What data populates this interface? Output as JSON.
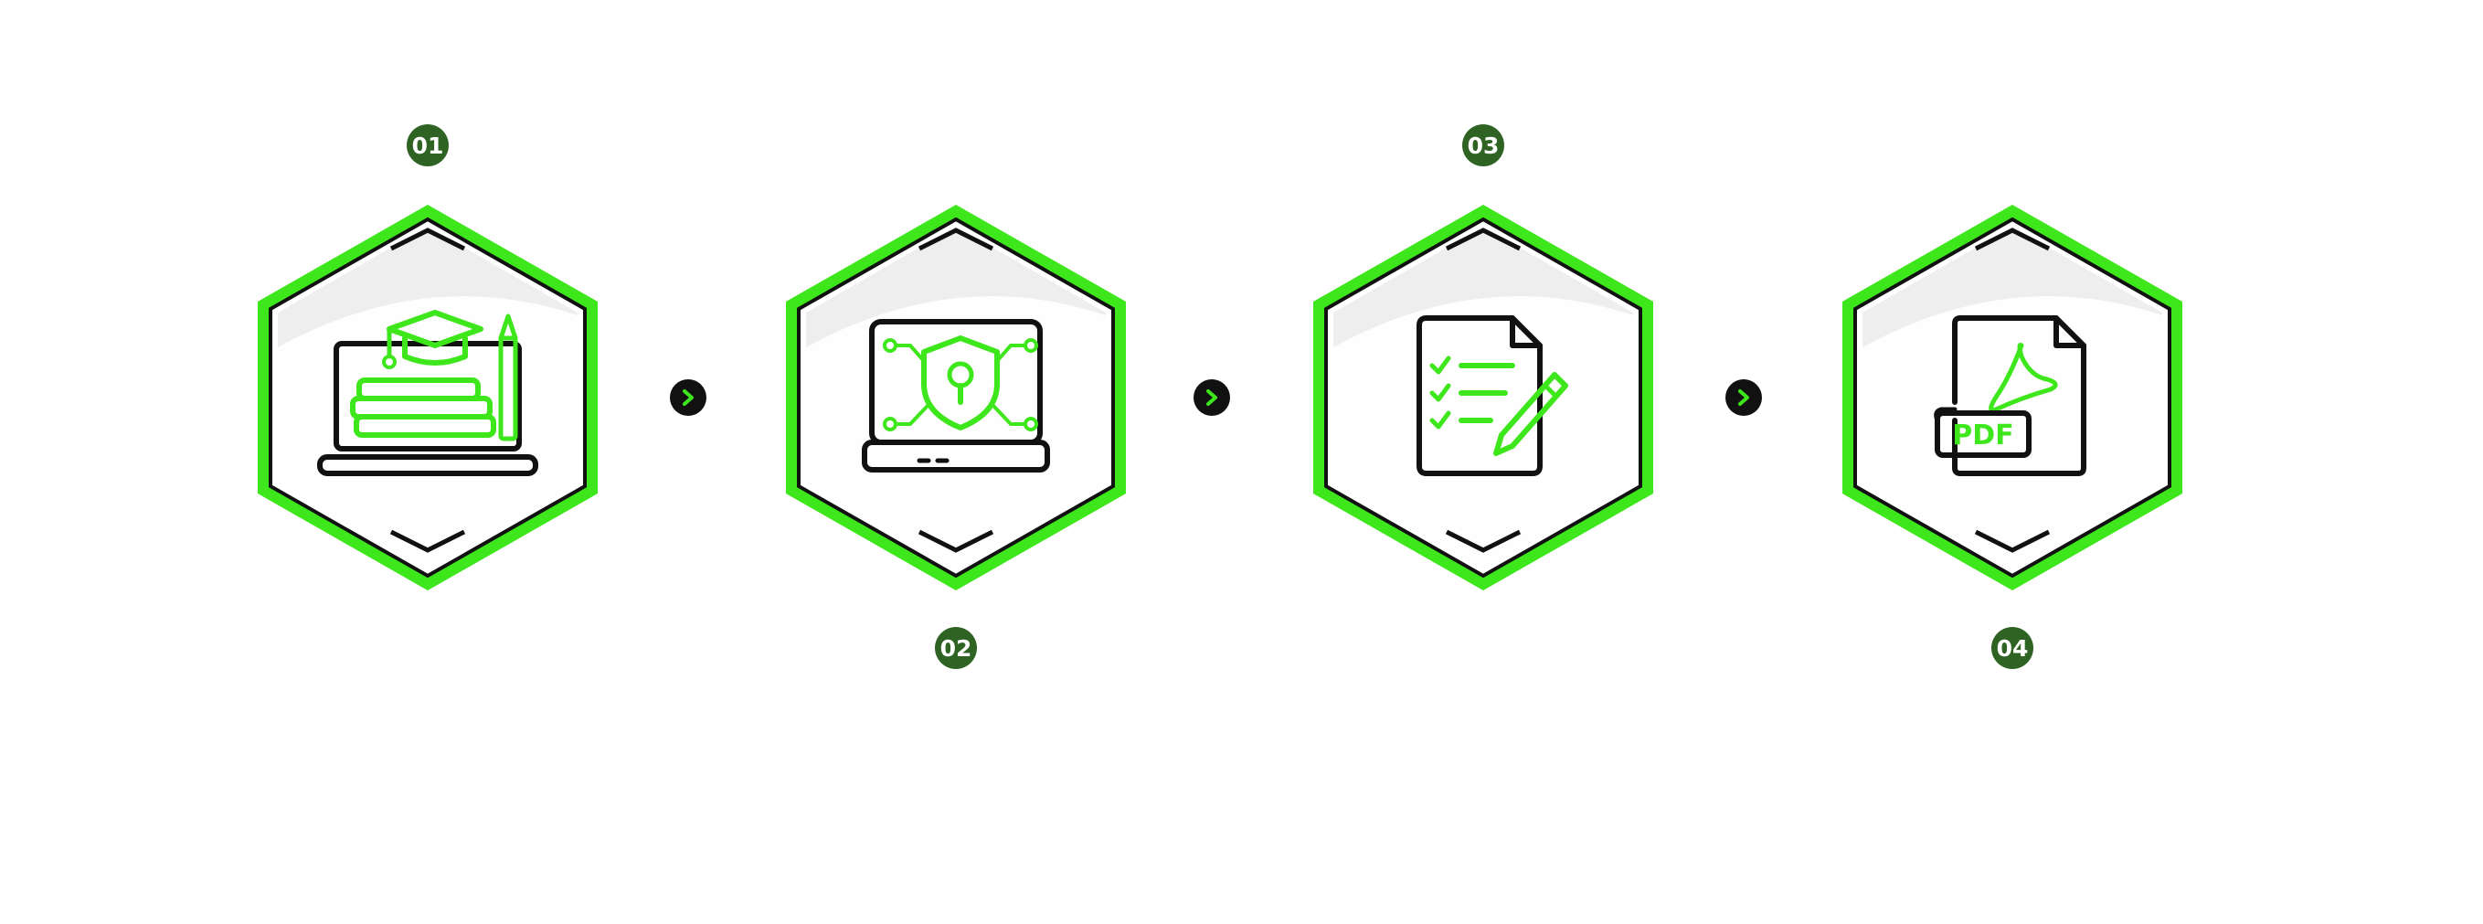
{
  "colors": {
    "accent_green": "#3ee61c",
    "badge_green": "#2f6324",
    "outline": "#111111",
    "hex_fill": "#f1f1f1"
  },
  "steps": [
    {
      "number": "01",
      "icon": "education-laptop-icon",
      "badge_position": "top"
    },
    {
      "number": "02",
      "icon": "security-shield-laptop-icon",
      "badge_position": "bottom"
    },
    {
      "number": "03",
      "icon": "document-edit-icon",
      "badge_position": "top"
    },
    {
      "number": "04",
      "icon": "pdf-file-icon",
      "badge_position": "bottom"
    }
  ],
  "icons": {
    "pdf_label": "PDF",
    "connector": "chevron-right-icon"
  }
}
